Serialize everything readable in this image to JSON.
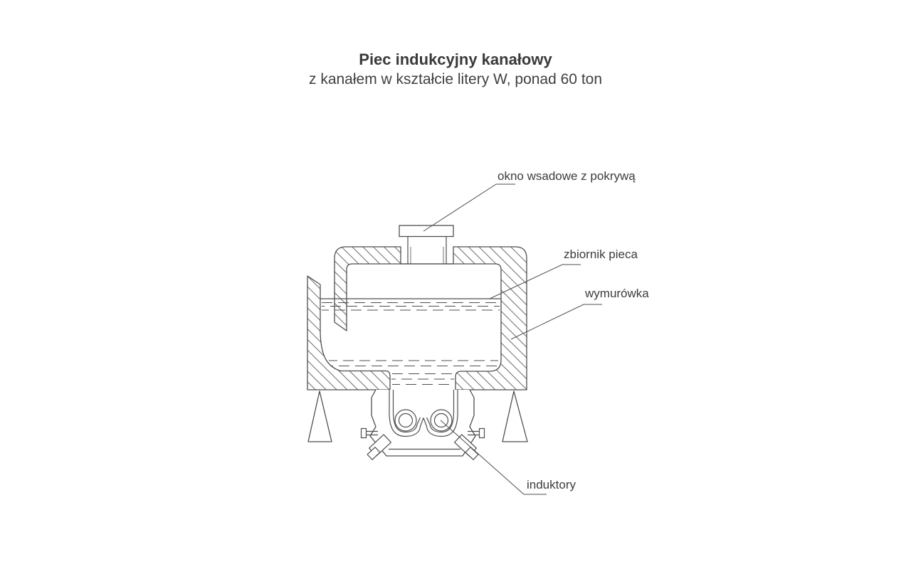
{
  "page": {
    "background": "#ffffff",
    "line_color": "#4f4f4f",
    "text_color": "#3a3a3a"
  },
  "header": {
    "title": "Piec indukcyjny kanałowy",
    "subtitle": "z kanałem w kształcie litery W, ponad 60 ton"
  },
  "diagram": {
    "labels": [
      {
        "id": "charging-window",
        "text": "okno wsadowe z pokrywą"
      },
      {
        "id": "furnace-tank",
        "text": "zbiornik pieca"
      },
      {
        "id": "refractory",
        "text": "wymurówka"
      },
      {
        "id": "inductors",
        "text": "induktory"
      }
    ]
  }
}
